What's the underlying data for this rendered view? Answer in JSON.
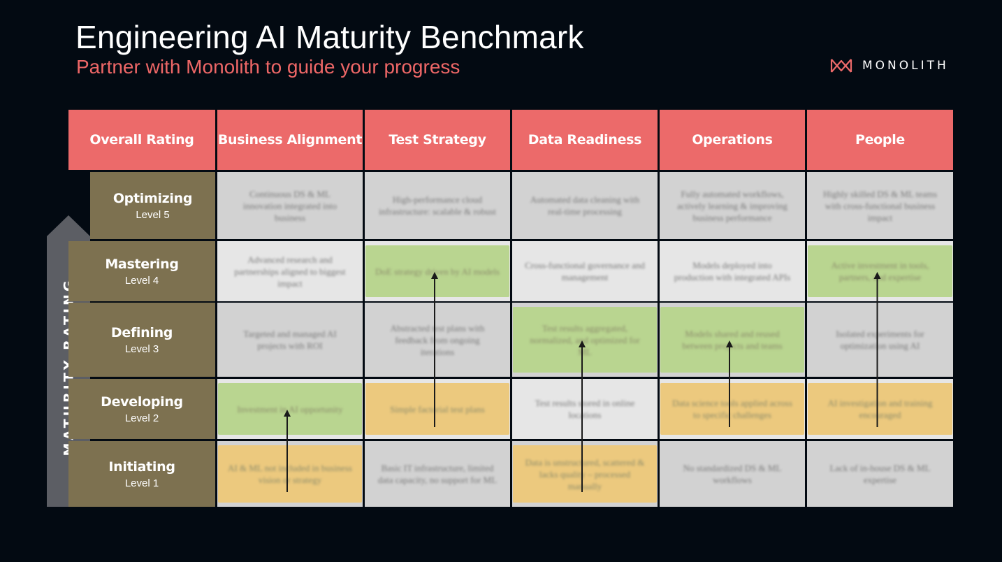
{
  "header": {
    "title": "Engineering AI Maturity Benchmark",
    "subtitle": "Partner with Monolith to guide your progress",
    "logo_text": "MONOLITH"
  },
  "side_label": "MATURITY RATING",
  "columns": [
    "Overall Rating",
    "Business Alignment",
    "Test Strategy",
    "Data Readiness",
    "Operations",
    "People"
  ],
  "levels": [
    {
      "name": "Optimizing",
      "level": "Level 5",
      "cells": [
        "Continuous DS & ML innovation integrated into business",
        "High-performance cloud infrastructure: scalable & robust",
        "Automated data cleaning with real-time processing",
        "Fully automated workflows, actively learning & improving business performance",
        "Highly skilled DS & ML teams with cross-functional business impact"
      ]
    },
    {
      "name": "Mastering",
      "level": "Level 4",
      "cells": [
        "Advanced research and partnerships aligned to biggest impact",
        "DoE strategy driven by AI models",
        "Cross-functional governance and management",
        "Models deployed into production with integrated APIs",
        "Active investment in tools, partners, and expertise"
      ]
    },
    {
      "name": "Defining",
      "level": "Level 3",
      "cells": [
        "Targeted and managed AI projects with ROI",
        "Abstracted test plans with feedback from ongoing iterations",
        "Test results aggregated, normalized, and optimized for ML",
        "Models shared and reused between projects and teams",
        "Isolated experiments for optimization using AI"
      ]
    },
    {
      "name": "Developing",
      "level": "Level 2",
      "cells": [
        "Investment in AI opportunity",
        "Simple factorial test plans",
        "Test results stored in online locations",
        "Data science tools applied across to specific challenges",
        "AI investigation and training encouraged"
      ]
    },
    {
      "name": "Initiating",
      "level": "Level 1",
      "cells": [
        "AI & ML not included in business vision or strategy",
        "Basic IT infrastructure, limited data capacity, no support for ML",
        "Data is unstructured, scattered & lacks quality – processed manually",
        "No standardized DS & ML workflows",
        "Lack of in-house DS & ML expertise"
      ]
    }
  ],
  "progress": [
    {
      "column": "Business Alignment",
      "from_level": 1,
      "to_level": 2
    },
    {
      "column": "Test Strategy",
      "from_level": 2,
      "to_level": 4
    },
    {
      "column": "Data Readiness",
      "from_level": 1,
      "to_level": 3
    },
    {
      "column": "Operations",
      "from_level": 2,
      "to_level": 3
    },
    {
      "column": "People",
      "from_level": 2,
      "to_level": 4
    }
  ],
  "colors": {
    "background": "#030a12",
    "accent": "#ec6a6a",
    "level_fill": "#7d7150",
    "current_level": "#ecc97e",
    "target_level": "#b9d590",
    "cell_fill": "#d2d2d2"
  }
}
